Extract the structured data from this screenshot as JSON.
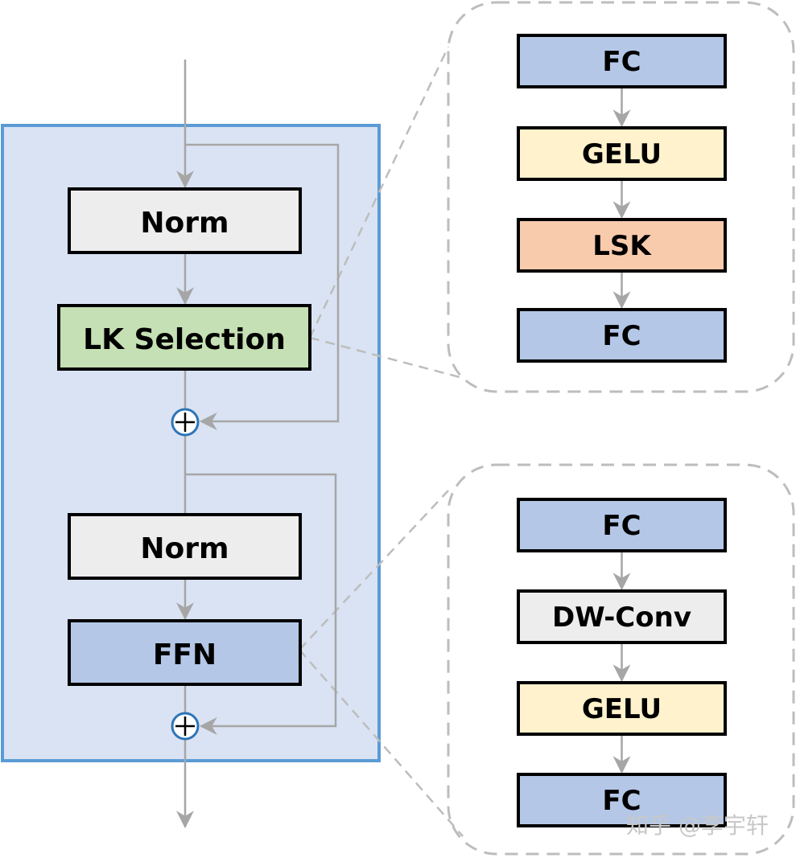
{
  "colors": {
    "block_bg": "#dae3f3",
    "block_border": "#5b9bd5",
    "norm": "#ededed",
    "lk_selection": "#c5e0b4",
    "ffn": "#b4c7e7",
    "fc": "#b4c7e7",
    "gelu": "#fff2cc",
    "lsk": "#f8cbad",
    "dwconv": "#ededed",
    "arrow": "#a6a6a6",
    "add_circle": "#2e75b6"
  },
  "main_block": {
    "norm1": "Norm",
    "lk_selection": "LK Selection",
    "norm2": "Norm",
    "ffn": "FFN"
  },
  "lk_detail": {
    "items": [
      "FC",
      "GELU",
      "LSK",
      "FC"
    ]
  },
  "ffn_detail": {
    "items": [
      "FC",
      "DW-Conv",
      "GELU",
      "FC"
    ]
  },
  "watermark": "知乎 @李宇轩"
}
